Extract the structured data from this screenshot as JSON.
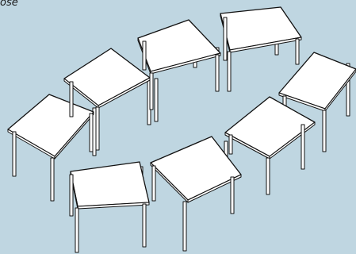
{
  "caption": "ose",
  "colors": {
    "background": "#bfd6e1",
    "tabletop": "#ffffff",
    "outline": "#111111"
  },
  "tables": [
    {
      "id": "table-1"
    },
    {
      "id": "table-2"
    },
    {
      "id": "table-3"
    },
    {
      "id": "table-4"
    },
    {
      "id": "table-5"
    },
    {
      "id": "table-6"
    },
    {
      "id": "table-7"
    },
    {
      "id": "table-8"
    }
  ]
}
